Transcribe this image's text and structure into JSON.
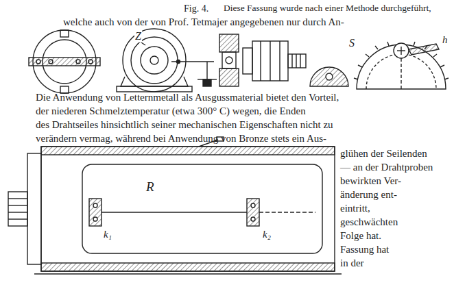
{
  "diagram": {
    "caption": "Fig. 4.",
    "labels": [
      "Z",
      "S",
      "h",
      "R",
      "k₁",
      "k₂",
      "Diese Fassung wurde nach einer Methode durchgeführt,",
      "welche auch von der von Prof. Tetmajer angegebenen nur durch An-",
      "Die Anwendung von Letternmetall als Ausgussmaterial bietet den Vorteil,",
      "der niederen Schmelztemperatur (etwa 300° C) wegen, die Enden",
      "des Drahtseiles hinsichtlich seiner mechanischen Eigenschaften nicht zu",
      "verändern vermag, während bei Anwendung von Bronze stets ein Aus-",
      "glühen der Seilenden",
      "— an der Drahtproben",
      "bewirkten Ver-",
      "änderung ent-",
      "eintritt,",
      "geschwächten",
      "Folge hat.",
      "Fassung hat",
      "in der"
    ]
  }
}
